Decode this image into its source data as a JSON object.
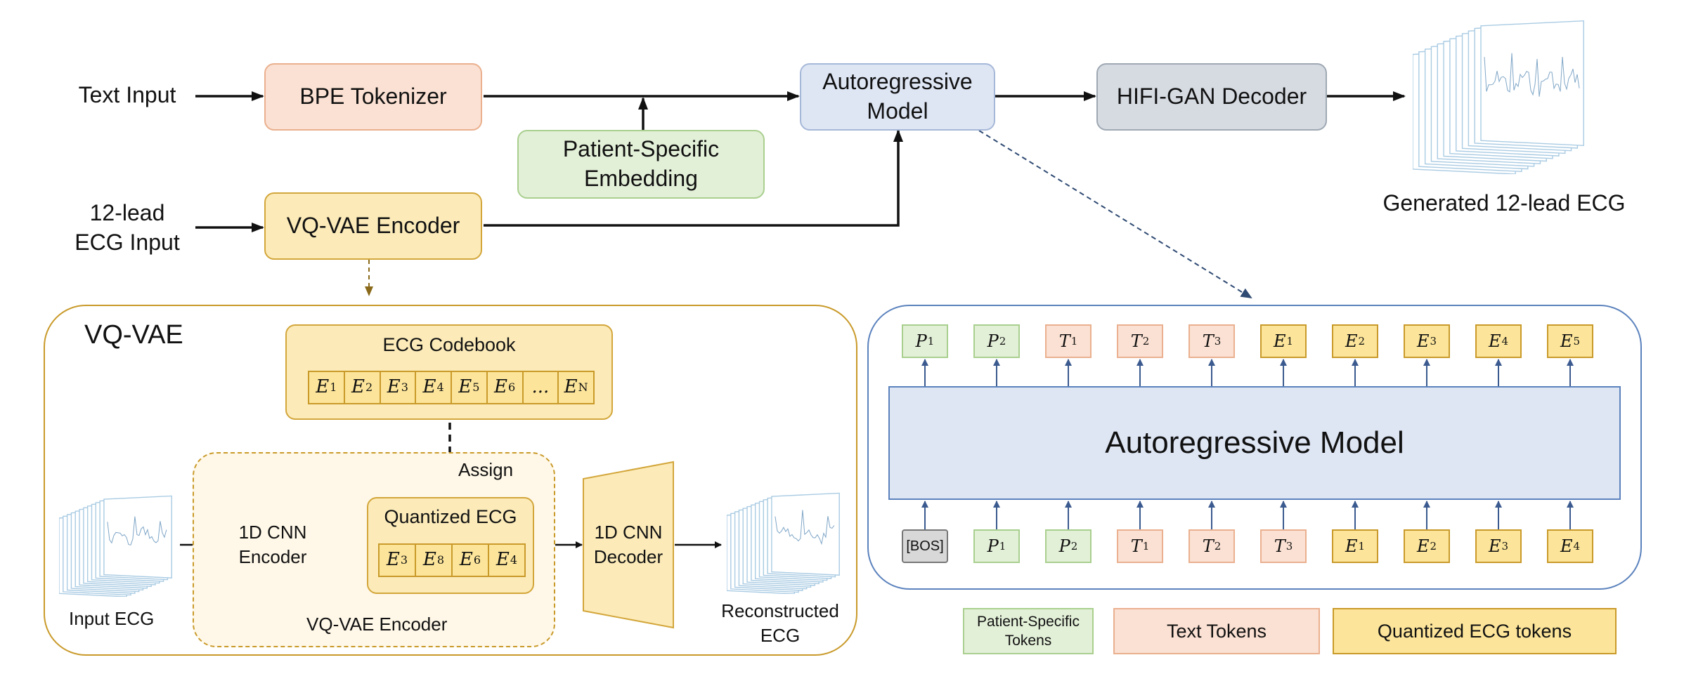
{
  "top": {
    "text_input": "Text Input",
    "ecg_input": "12-lead\nECG Input",
    "bpe_tokenizer": "BPE Tokenizer",
    "vqvae_encoder": "VQ-VAE Encoder",
    "patient_embedding": "Patient-Specific\nEmbedding",
    "autoregressive_model": "Autoregressive\nModel",
    "hifigan_decoder": "HIFI-GAN Decoder",
    "generated_ecg": "Generated 12-lead ECG"
  },
  "vqvae": {
    "title": "VQ-VAE",
    "codebook_title": "ECG Codebook",
    "codebook_cells": [
      {
        "sym": "E",
        "sub": "1"
      },
      {
        "sym": "E",
        "sub": "2"
      },
      {
        "sym": "E",
        "sub": "3"
      },
      {
        "sym": "E",
        "sub": "4"
      },
      {
        "sym": "E",
        "sub": "5"
      },
      {
        "sym": "E",
        "sub": "6"
      },
      {
        "sym": "...",
        "sub": ""
      },
      {
        "sym": "E",
        "sub": "N"
      }
    ],
    "assign": "Assign",
    "encoder_cnn": "1D CNN\nEncoder",
    "quantized_title": "Quantized ECG",
    "quantized_cells": [
      {
        "sym": "E",
        "sub": "3"
      },
      {
        "sym": "E",
        "sub": "8"
      },
      {
        "sym": "E",
        "sub": "6"
      },
      {
        "sym": "E",
        "sub": "4"
      }
    ],
    "decoder_cnn": "1D CNN\nDecoder",
    "encoder_group": "VQ-VAE Encoder",
    "input_ecg": "Input ECG",
    "reconstructed_ecg": "Reconstructed\nECG"
  },
  "ar": {
    "model_label": "Autoregressive Model",
    "output_tokens": [
      {
        "sym": "P",
        "sub": "1",
        "kind": "p"
      },
      {
        "sym": "P",
        "sub": "2",
        "kind": "p"
      },
      {
        "sym": "T",
        "sub": "1",
        "kind": "t"
      },
      {
        "sym": "T",
        "sub": "2",
        "kind": "t"
      },
      {
        "sym": "T",
        "sub": "3",
        "kind": "t"
      },
      {
        "sym": "E",
        "sub": "1",
        "kind": "e"
      },
      {
        "sym": "E",
        "sub": "2",
        "kind": "e"
      },
      {
        "sym": "E",
        "sub": "3",
        "kind": "e"
      },
      {
        "sym": "E",
        "sub": "4",
        "kind": "e"
      },
      {
        "sym": "E",
        "sub": "5",
        "kind": "e"
      }
    ],
    "input_tokens": [
      {
        "sym": "[BOS]",
        "sub": "",
        "kind": "bos"
      },
      {
        "sym": "P",
        "sub": "1",
        "kind": "p"
      },
      {
        "sym": "P",
        "sub": "2",
        "kind": "p"
      },
      {
        "sym": "T",
        "sub": "1",
        "kind": "t"
      },
      {
        "sym": "T",
        "sub": "2",
        "kind": "t"
      },
      {
        "sym": "T",
        "sub": "3",
        "kind": "t"
      },
      {
        "sym": "E",
        "sub": "1",
        "kind": "e"
      },
      {
        "sym": "E",
        "sub": "2",
        "kind": "e"
      },
      {
        "sym": "E",
        "sub": "3",
        "kind": "e"
      },
      {
        "sym": "E",
        "sub": "4",
        "kind": "e"
      }
    ]
  },
  "legend": {
    "patient_tokens": "Patient-Specific\nTokens",
    "text_tokens": "Text Tokens",
    "ecg_tokens": "Quantized ECG tokens"
  },
  "colors": {
    "peach": "#fbe1d3",
    "blue": "#dee6f4",
    "green": "#e3f0d8",
    "gray": "#d6dbe2",
    "yellow": "#fcebb9",
    "ecg_trace": "#a9cbe3",
    "panel_border": "#c99a2a",
    "ar_panel_border": "#5b82bd"
  }
}
